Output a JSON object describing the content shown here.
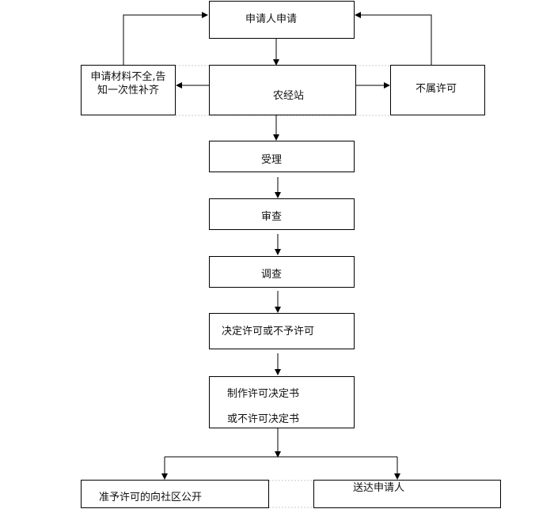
{
  "flow": {
    "applicant_apply": "申请人申请",
    "incomplete_materials": "申请材料不全,告知一次性补齐",
    "agri_station": "农经站",
    "not_permitted": "不属许可",
    "accept": "受理",
    "review": "审查",
    "investigate": "调查",
    "decide": "决定许可或不予许可",
    "make_decision_line1": "制作许可决定书",
    "make_decision_line2": "或不许可决定书",
    "publish": "准予许可的向社区公开",
    "deliver": "送达申请人"
  }
}
